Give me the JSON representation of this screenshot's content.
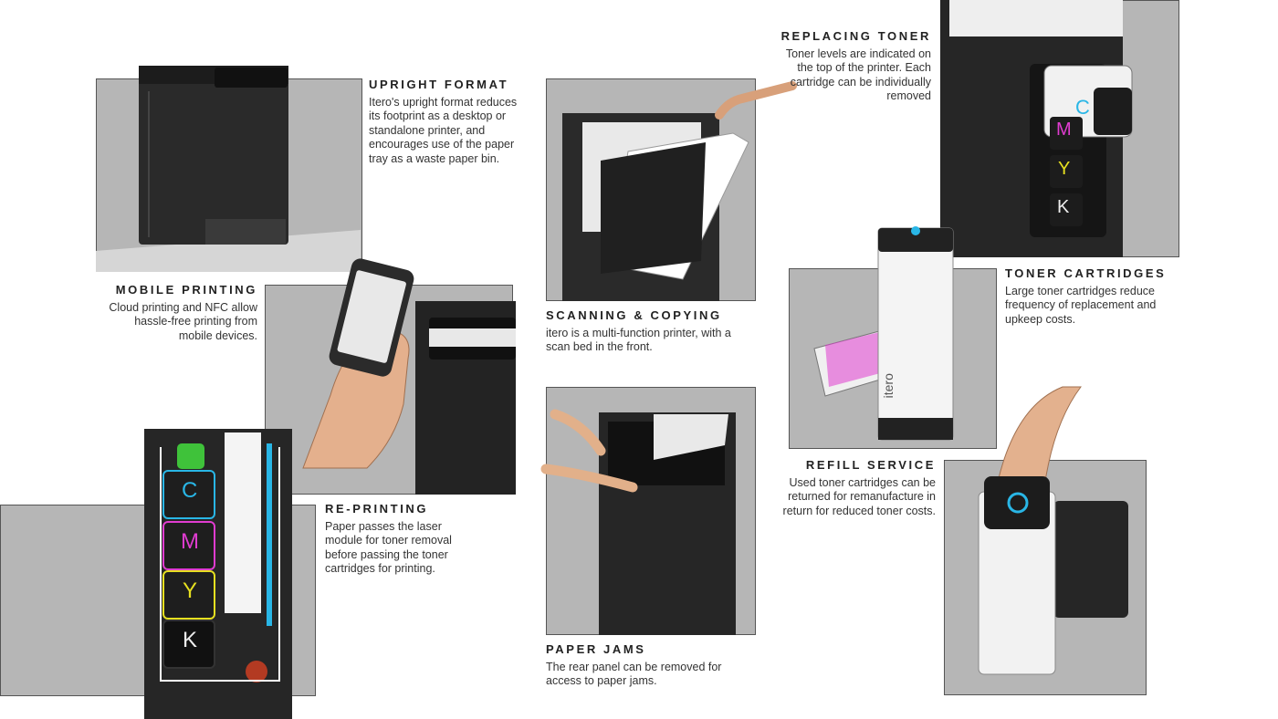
{
  "sections": {
    "upright_format": {
      "title": "UPRIGHT FORMAT",
      "body": "Itero's upright format reduces its footprint as a desktop or standalone printer, and encourages use of the paper tray as a waste paper bin."
    },
    "mobile_printing": {
      "title": "MOBILE PRINTING",
      "body": "Cloud printing and NFC allow hassle-free printing from mobile devices."
    },
    "scanning_copying": {
      "title": "SCANNING & COPYING",
      "body": "itero is a multi-function printer, with a scan bed in the front."
    },
    "replacing_toner": {
      "title": "REPLACING TONER",
      "body": "Toner levels are indicated on the top of the printer. Each cartridge can be individually removed"
    },
    "toner_cartridges": {
      "title": "TONER CARTRIDGES",
      "body": "Large toner cartridges reduce frequency of replacement and upkeep costs."
    },
    "re_printing": {
      "title": "RE-PRINTING",
      "body": "Paper passes the laser module for toner removal before passing the toner cartridges for printing."
    },
    "paper_jams": {
      "title": "PAPER JAMS",
      "body": "The rear panel can be removed for access to paper jams."
    },
    "refill_service": {
      "title": "REFILL SERVICE",
      "body": "Used toner cartridges can be returned for remanufacture in return for reduced toner costs."
    }
  },
  "cartridges": {
    "cyan": "C",
    "magenta": "M",
    "yellow": "Y",
    "black": "K"
  },
  "brand": "itero",
  "colors": {
    "cyan": "#29b6e6",
    "magenta": "#e03cd0",
    "yellow": "#e6e020",
    "black": "#1a1a1a",
    "green": "#3fc23a",
    "red": "#b33a22",
    "panel": "#b6b6b6",
    "device": "#262626"
  }
}
